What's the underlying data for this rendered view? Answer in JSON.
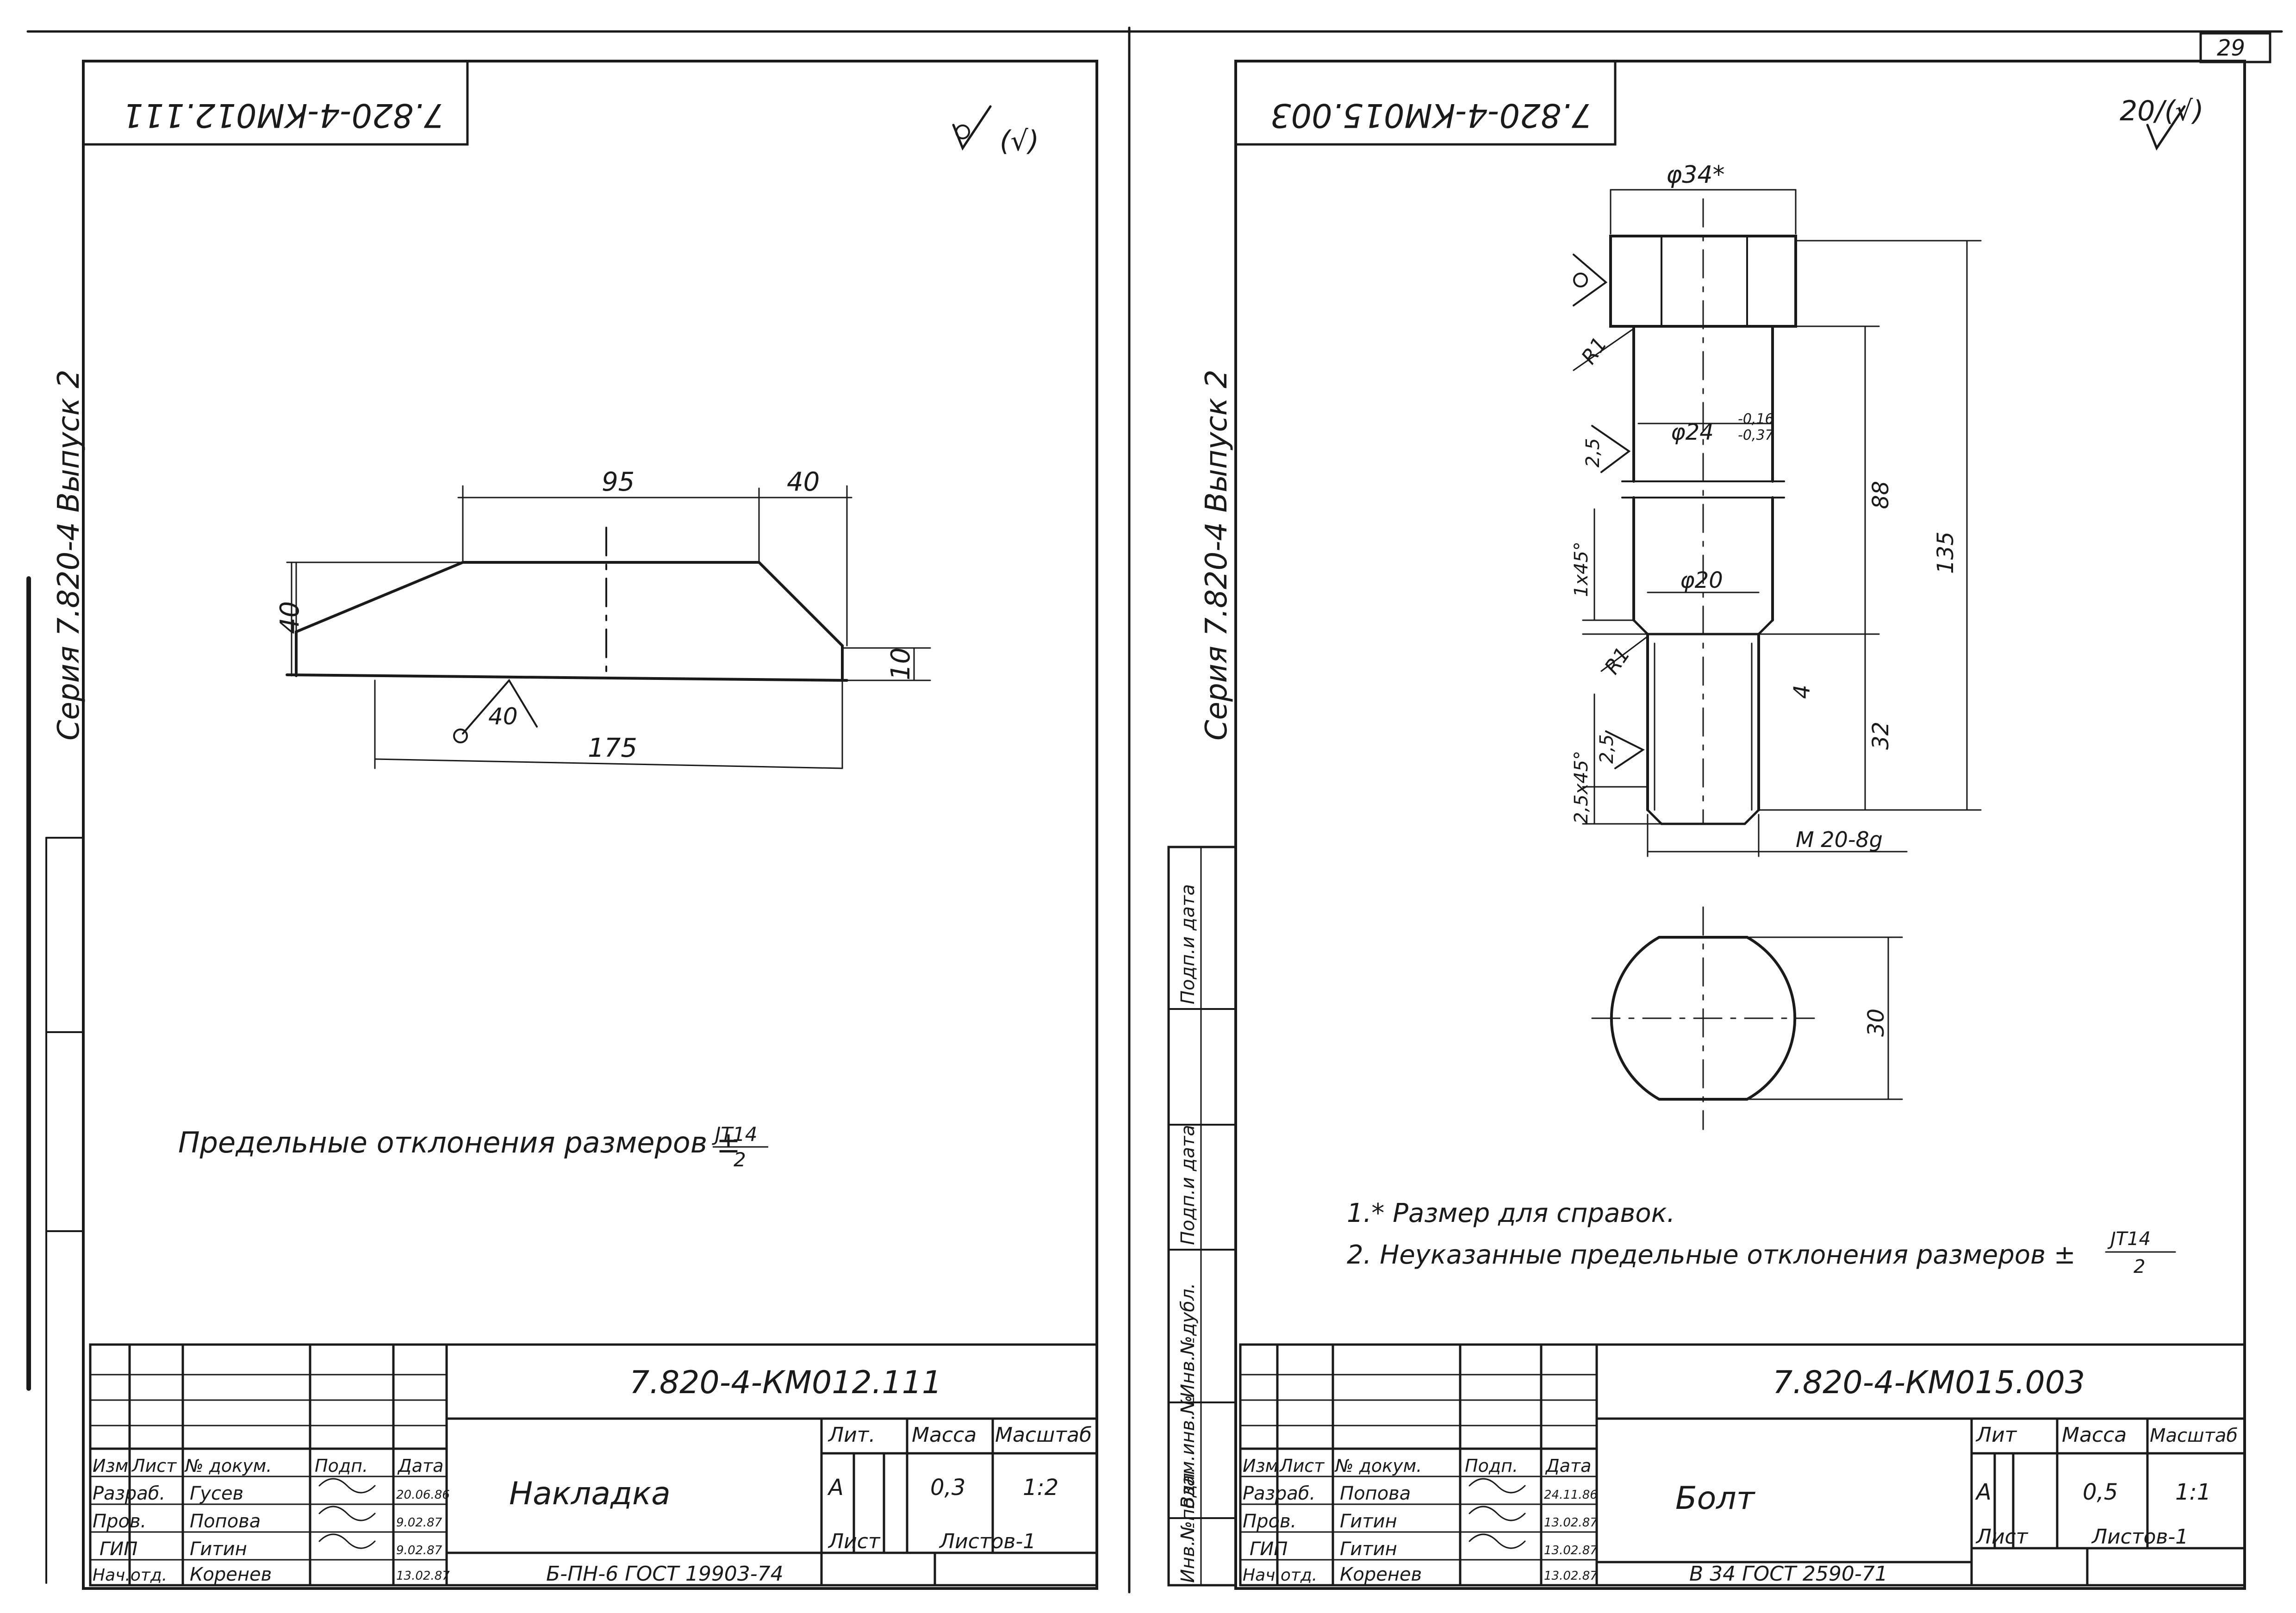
{
  "page_number": "29",
  "colors": {
    "ink": "#1a1a1a",
    "paper": "#ffffff"
  },
  "left_sheet": {
    "stamp_code_mirrored": "7.820-4-КМ012.111",
    "series_label": "Серия 7.820-4 Выпуск 2",
    "roughness_mark": "(√)",
    "dimensions": {
      "top_length": "95",
      "chamfer_length": "40",
      "height": "40",
      "bottom_length": "175",
      "end_height": "10",
      "roughness_value": "40"
    },
    "note": "Предельные отклонения размеров ±",
    "note_fraction_num": "JT14",
    "note_fraction_den": "2",
    "title_block": {
      "code": "7.820-4-КМ012.111",
      "name": "Накладка",
      "headers": {
        "izm": "Изм",
        "list": "Лист",
        "doc": "№ докум.",
        "sign": "Подп.",
        "date": "Дата"
      },
      "rows": [
        {
          "role": "Разраб.",
          "person": "Гусев",
          "date": "20.06.86"
        },
        {
          "role": "Пров.",
          "person": "Попова",
          "date": "9.02.87"
        },
        {
          "role": "ГИП",
          "person": "Гитин",
          "date": "9.02.87"
        },
        {
          "role": "Нач.отд.",
          "person": "Коренев",
          "date": "13.02.87"
        }
      ],
      "lit_label": "Лит.",
      "mass_label": "Масса",
      "scale_label": "Масштаб",
      "lit_value": "А",
      "mass_value": "0,3",
      "scale_value": "1:2",
      "sheet_label": "Лист",
      "sheets_label": "Листов-1",
      "material": "Б-ПН-6 ГОСТ 19903-74"
    }
  },
  "right_sheet": {
    "stamp_code_mirrored": "7.820-4-КМ015.003",
    "series_label": "Серия 7.820-4 Выпуск 2",
    "roughness_mark": "20/(√)",
    "dimensions": {
      "head_dia": "φ34*",
      "shank_dia": "φ24",
      "tol_upper": "-0,16",
      "tol_lower": "-0,37",
      "neck_dia": "φ20",
      "r1_top": "R1",
      "r1_bottom": "R1",
      "roughness_shank": "2,5",
      "roughness_thread": "2,5",
      "chamfer_neck": "1x45°",
      "chamfer_end": "2,5x45°",
      "shank_length": "88",
      "overall_length": "135",
      "groove_width": "4",
      "thread_length": "32",
      "thread": "M 20-8g",
      "flat_width": "30"
    },
    "vertical_labels": [
      "Взам.инв.№",
      "Инв.№дубл.",
      "Подп.и дата",
      "Подп.и дата",
      "Инв.№подл."
    ],
    "notes": [
      "1.* Размер для справок.",
      "2. Неуказанные предельные отклонения размеров ±"
    ],
    "note_fraction_num": "JT14",
    "note_fraction_den": "2",
    "title_block": {
      "code": "7.820-4-КМ015.003",
      "name": "Болт",
      "headers": {
        "izm": "Изм",
        "list": "Лист",
        "doc": "№ докум.",
        "sign": "Подп.",
        "date": "Дата"
      },
      "rows": [
        {
          "role": "Разраб.",
          "person": "Попова",
          "date": "24.11.86"
        },
        {
          "role": "Пров.",
          "person": "Гитин",
          "date": "13.02.87"
        },
        {
          "role": "ГИП",
          "person": "Гитин",
          "date": "13.02.87"
        },
        {
          "role": "Нач.отд.",
          "person": "Коренев",
          "date": "13.02.87"
        }
      ],
      "lit_label": "Лит",
      "mass_label": "Масса",
      "scale_label": "Масштаб",
      "lit_value": "А",
      "mass_value": "0,5",
      "scale_value": "1:1",
      "sheet_label": "Лист",
      "sheets_label": "Листов-1",
      "material": "В 34 ГОСТ 2590-71"
    }
  }
}
